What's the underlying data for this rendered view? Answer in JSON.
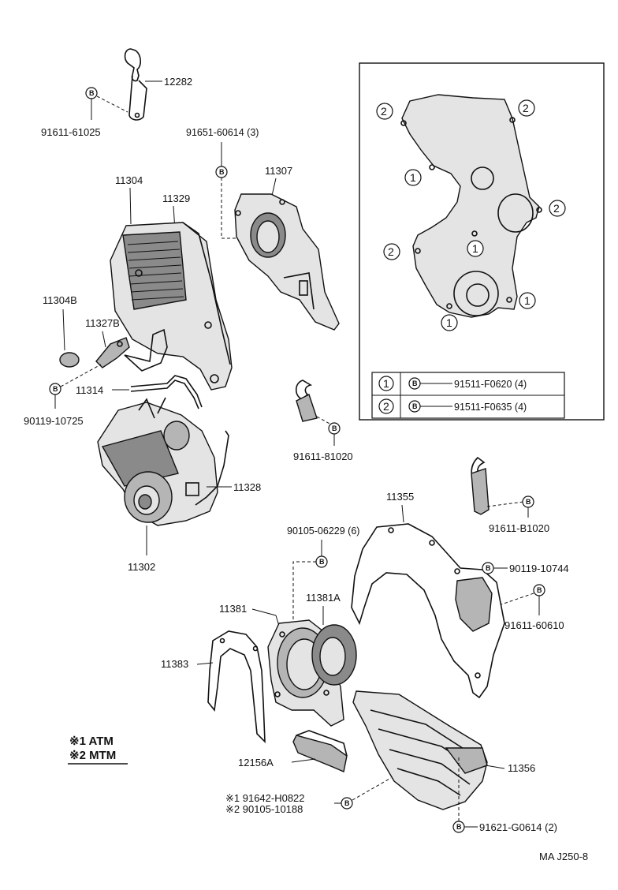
{
  "callouts": {
    "p12282": "12282",
    "p91611_61025": "91611-61025",
    "p91651_60614": "91651-60614 (3)",
    "p11307": "11307",
    "p11304": "11304",
    "p11329": "11329",
    "p11304B": "11304B",
    "p11327B": "11327B",
    "p11314": "11314",
    "p90119_10725": "90119-10725",
    "p11328": "11328",
    "p11302": "11302",
    "p91611_81020": "91611-81020",
    "p11355": "11355",
    "p91611_B1020": "91611-B1020",
    "p90105_06229": "90105-06229 (6)",
    "p90119_10744": "90119-10744",
    "p91611_60610": "91611-60610",
    "p11381": "11381",
    "p11381A": "11381A",
    "p11383": "11383",
    "p12156A": "12156A",
    "p11356": "11356",
    "p91642_H0822": "※1 91642-H0822",
    "p90105_10188": "※2 90105-10188",
    "p91621_G0614": "91621-G0614 (2)"
  },
  "inset": {
    "rows": [
      {
        "num": "1",
        "symbol": "B",
        "part": "91511-F0620 (4)"
      },
      {
        "num": "2",
        "symbol": "B",
        "part": "91511-F0635 (4)"
      }
    ],
    "markers": [
      "1",
      "2"
    ]
  },
  "legend": {
    "atm": "※1 ATM",
    "mtm": "※2 MTM"
  },
  "bolt_symbol": "B",
  "diagram_code": "MA  J250-8"
}
